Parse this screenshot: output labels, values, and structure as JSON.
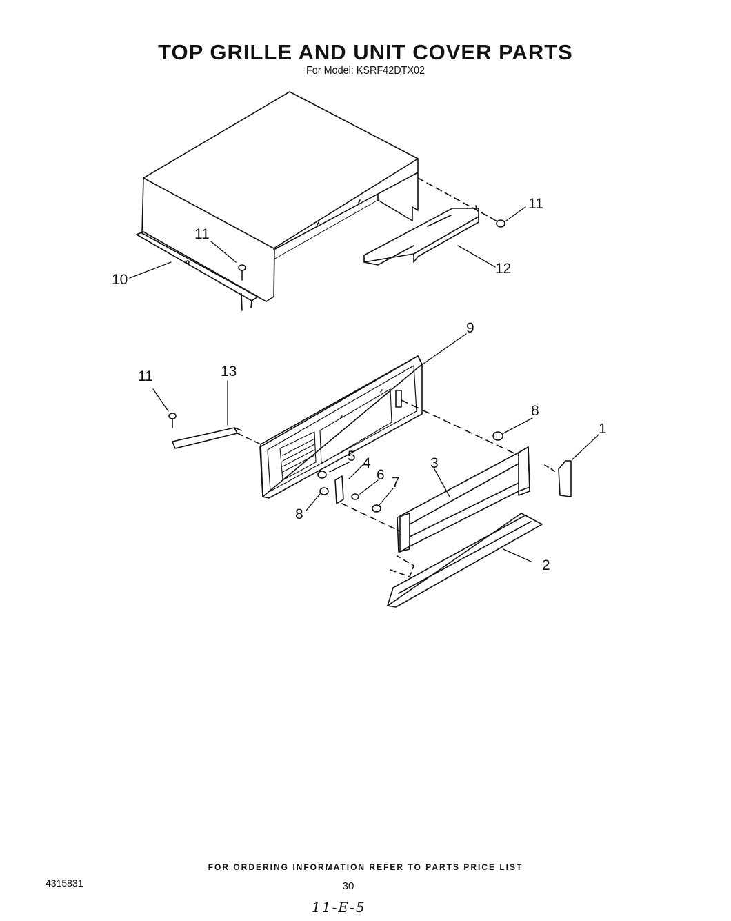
{
  "page": {
    "title": "TOP GRILLE AND UNIT COVER PARTS",
    "subtitle": "For Model: KSRF42DTX02"
  },
  "callouts": {
    "c1": "1",
    "c2": "2",
    "c3": "3",
    "c4": "4",
    "c5": "5",
    "c6": "6",
    "c7": "7",
    "c8a": "8",
    "c8b": "8",
    "c9": "9",
    "c10": "10",
    "c11a": "11",
    "c11b": "11",
    "c11c": "11",
    "c12": "12",
    "c13": "13"
  },
  "footer": {
    "ordering_note": "FOR ORDERING INFORMATION REFER TO PARTS PRICE LIST",
    "document_number": "4315831",
    "page_number": "30",
    "handwritten_note": "11-E-5"
  }
}
